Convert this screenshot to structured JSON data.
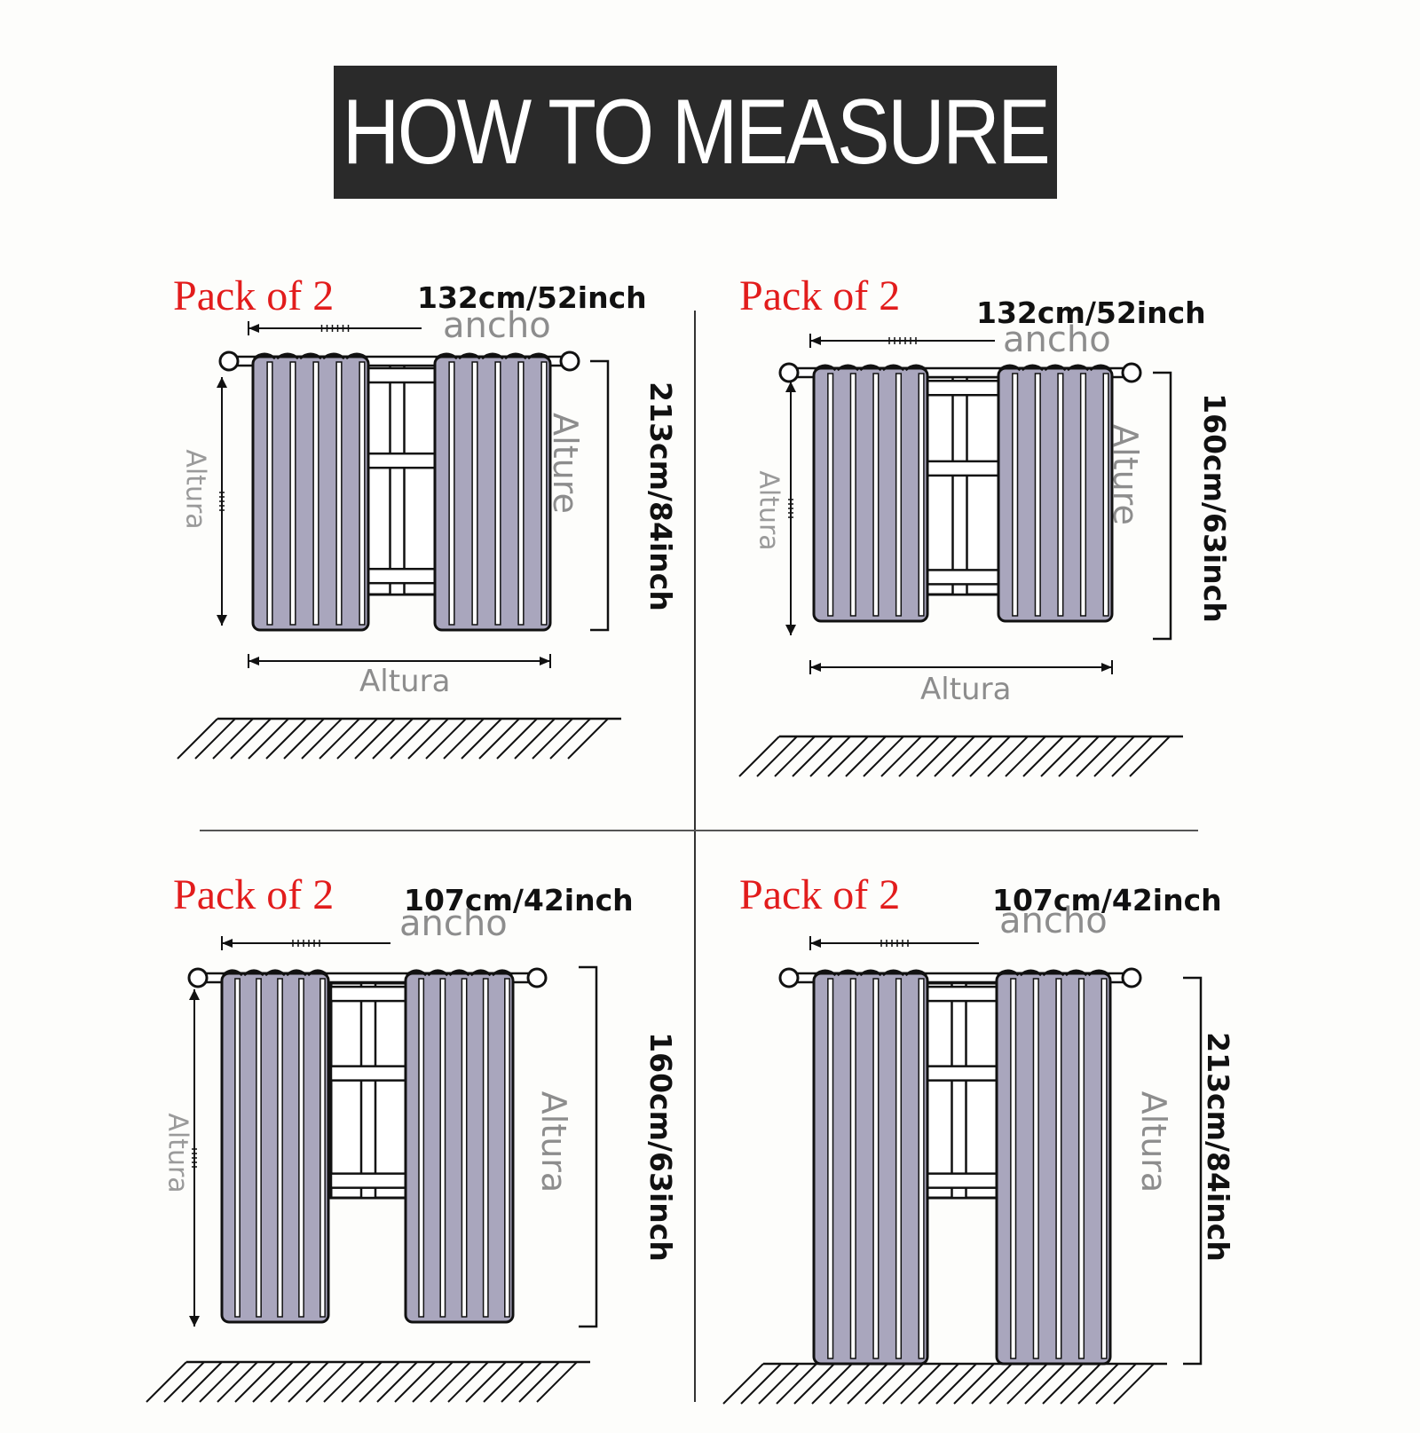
{
  "title": "HOW TO MEASURE",
  "panels": [
    {
      "pack": "Pack of 2",
      "width": "132cm/52inch",
      "ancho": "ancho",
      "height": "213cm/84inch",
      "side_right": "Alture",
      "side_left": "Altura",
      "bottom": "Altura"
    },
    {
      "pack": "Pack of 2",
      "width": "132cm/52inch",
      "ancho": "ancho",
      "height": "160cm/63inch",
      "side_right": "Alture",
      "side_left": "Altura",
      "bottom": "Altura"
    },
    {
      "pack": "Pack of 2",
      "width": "107cm/42inch",
      "ancho": "ancho",
      "height": "160cm/63inch",
      "side_right": "Altura",
      "side_left": "Altura"
    },
    {
      "pack": "Pack of 2",
      "width": "107cm/42inch",
      "ancho": "ancho",
      "height": "213cm/84inch",
      "side_right": "Altura"
    }
  ],
  "colors": {
    "pack": "#e21c1c",
    "curtain": "#a9a6bd",
    "title_bg": "#2a2a2a"
  }
}
